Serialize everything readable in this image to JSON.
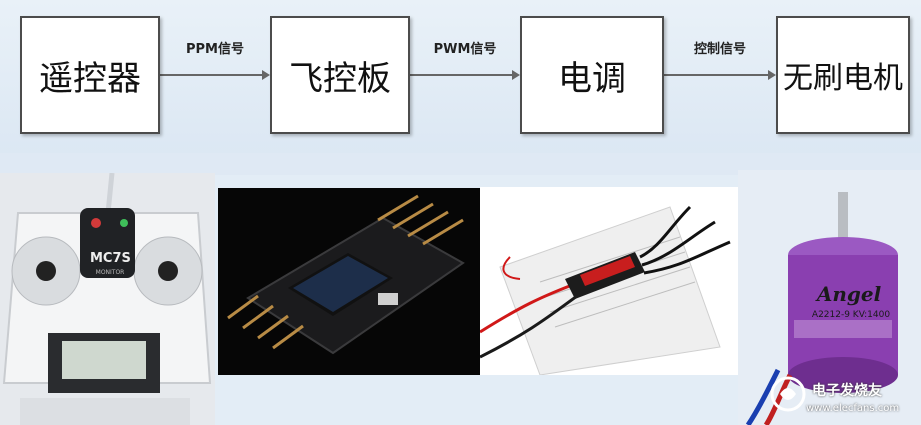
{
  "flow": {
    "blocks": [
      "遥控器",
      "飞控板",
      "电调",
      "无刷电机"
    ],
    "signals": [
      "PPM信号",
      "PWM信号",
      "控制信号"
    ]
  },
  "photos": {
    "transmitter": {
      "model": "MC7S",
      "sub": "MONITOR"
    },
    "motor": {
      "brand": "Angel",
      "spec": "A2212-9 KV:1400"
    }
  },
  "watermark": {
    "text": "电子发烧友",
    "url": "www.elecfans.com"
  },
  "colors": {
    "diagram_bg": "#e3edf6",
    "block_fill": "#ffffff",
    "block_border": "#4c4c4c",
    "arrow": "#666666",
    "motor_purple": "#8a3fb0"
  }
}
